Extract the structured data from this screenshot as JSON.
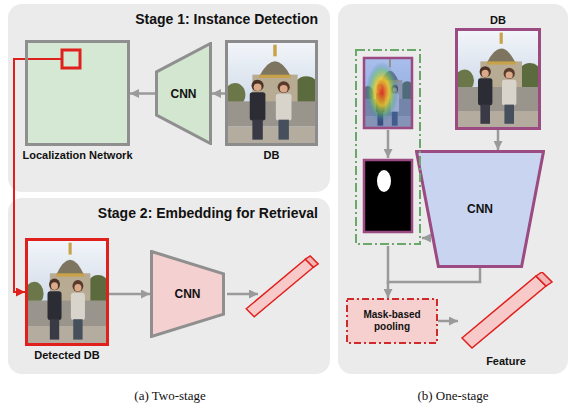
{
  "diagram": {
    "nodes": [
      {
        "text": [
          "Stage 1: Instance Detection"
        ]
      },
      {
        "text": [
          "Localization Network"
        ],
        "in": 0
      },
      {
        "text": [
          "CNN"
        ],
        "in": 0
      },
      {
        "text": [
          "DB"
        ],
        "in": 0
      },
      {
        "text": [
          "Stage 2: Embedding for Retrieval"
        ]
      },
      {
        "text": [
          "Detected DB"
        ],
        "in": 4
      },
      {
        "text": [
          "CNN"
        ],
        "in": 4
      },
      {
        "text": [
          "DB"
        ]
      },
      {
        "text": [
          "CNN"
        ]
      },
      {
        "text": [
          "Mask-based pooling"
        ]
      },
      {
        "text": [
          "Feature"
        ]
      }
    ],
    "edges": [
      {
        "from": 3,
        "to": 2,
        "arrow": "to"
      },
      {
        "from": 2,
        "to": 1,
        "arrow": "to"
      },
      {
        "from": 1,
        "to": 5,
        "arrow": "to"
      },
      {
        "from": 5,
        "to": 6,
        "arrow": "to"
      },
      {
        "from": 7,
        "to": 8,
        "arrow": "to"
      },
      {
        "from": 8,
        "to": 9,
        "arrow": "to"
      },
      {
        "from": 9,
        "to": 10,
        "arrow": "to"
      }
    ],
    "labels": [
      "(a) Two-stage",
      "(b) One-stage"
    ]
  }
}
